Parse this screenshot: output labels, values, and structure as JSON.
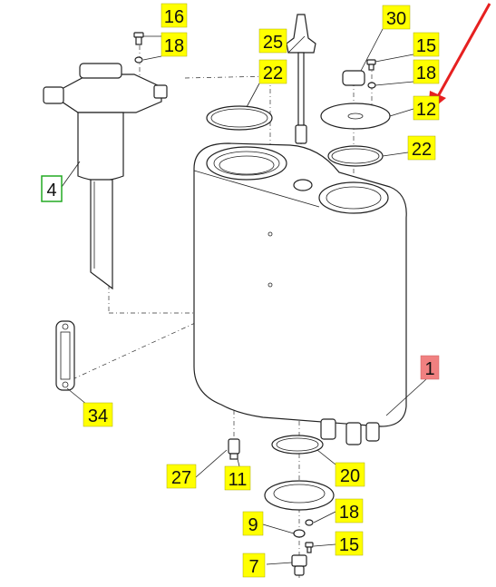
{
  "diagram": {
    "callouts": [
      {
        "id": "c16",
        "text": "16",
        "style": "yellow"
      },
      {
        "id": "c18a",
        "text": "18",
        "style": "yellow"
      },
      {
        "id": "c25",
        "text": "25",
        "style": "yellow"
      },
      {
        "id": "c22a",
        "text": "22",
        "style": "yellow"
      },
      {
        "id": "c30",
        "text": "30",
        "style": "yellow"
      },
      {
        "id": "c15a",
        "text": "15",
        "style": "yellow"
      },
      {
        "id": "c18b",
        "text": "18",
        "style": "yellow"
      },
      {
        "id": "c12",
        "text": "12",
        "style": "yellow"
      },
      {
        "id": "c22b",
        "text": "22",
        "style": "yellow"
      },
      {
        "id": "c4",
        "text": "4",
        "style": "green-outline"
      },
      {
        "id": "c1",
        "text": "1",
        "style": "red"
      },
      {
        "id": "c34",
        "text": "34",
        "style": "yellow"
      },
      {
        "id": "c27",
        "text": "27",
        "style": "yellow"
      },
      {
        "id": "c11",
        "text": "11",
        "style": "yellow"
      },
      {
        "id": "c20",
        "text": "20",
        "style": "yellow"
      },
      {
        "id": "c9",
        "text": "9",
        "style": "yellow"
      },
      {
        "id": "c18c",
        "text": "18",
        "style": "yellow"
      },
      {
        "id": "c15b",
        "text": "15",
        "style": "yellow"
      },
      {
        "id": "c7",
        "text": "7",
        "style": "yellow"
      }
    ],
    "colors": {
      "yellow_fill": "#ffff00",
      "red_fill": "#f08080",
      "green_border": "#22aa22",
      "arrow": "#e62020",
      "line": "#222222"
    }
  }
}
